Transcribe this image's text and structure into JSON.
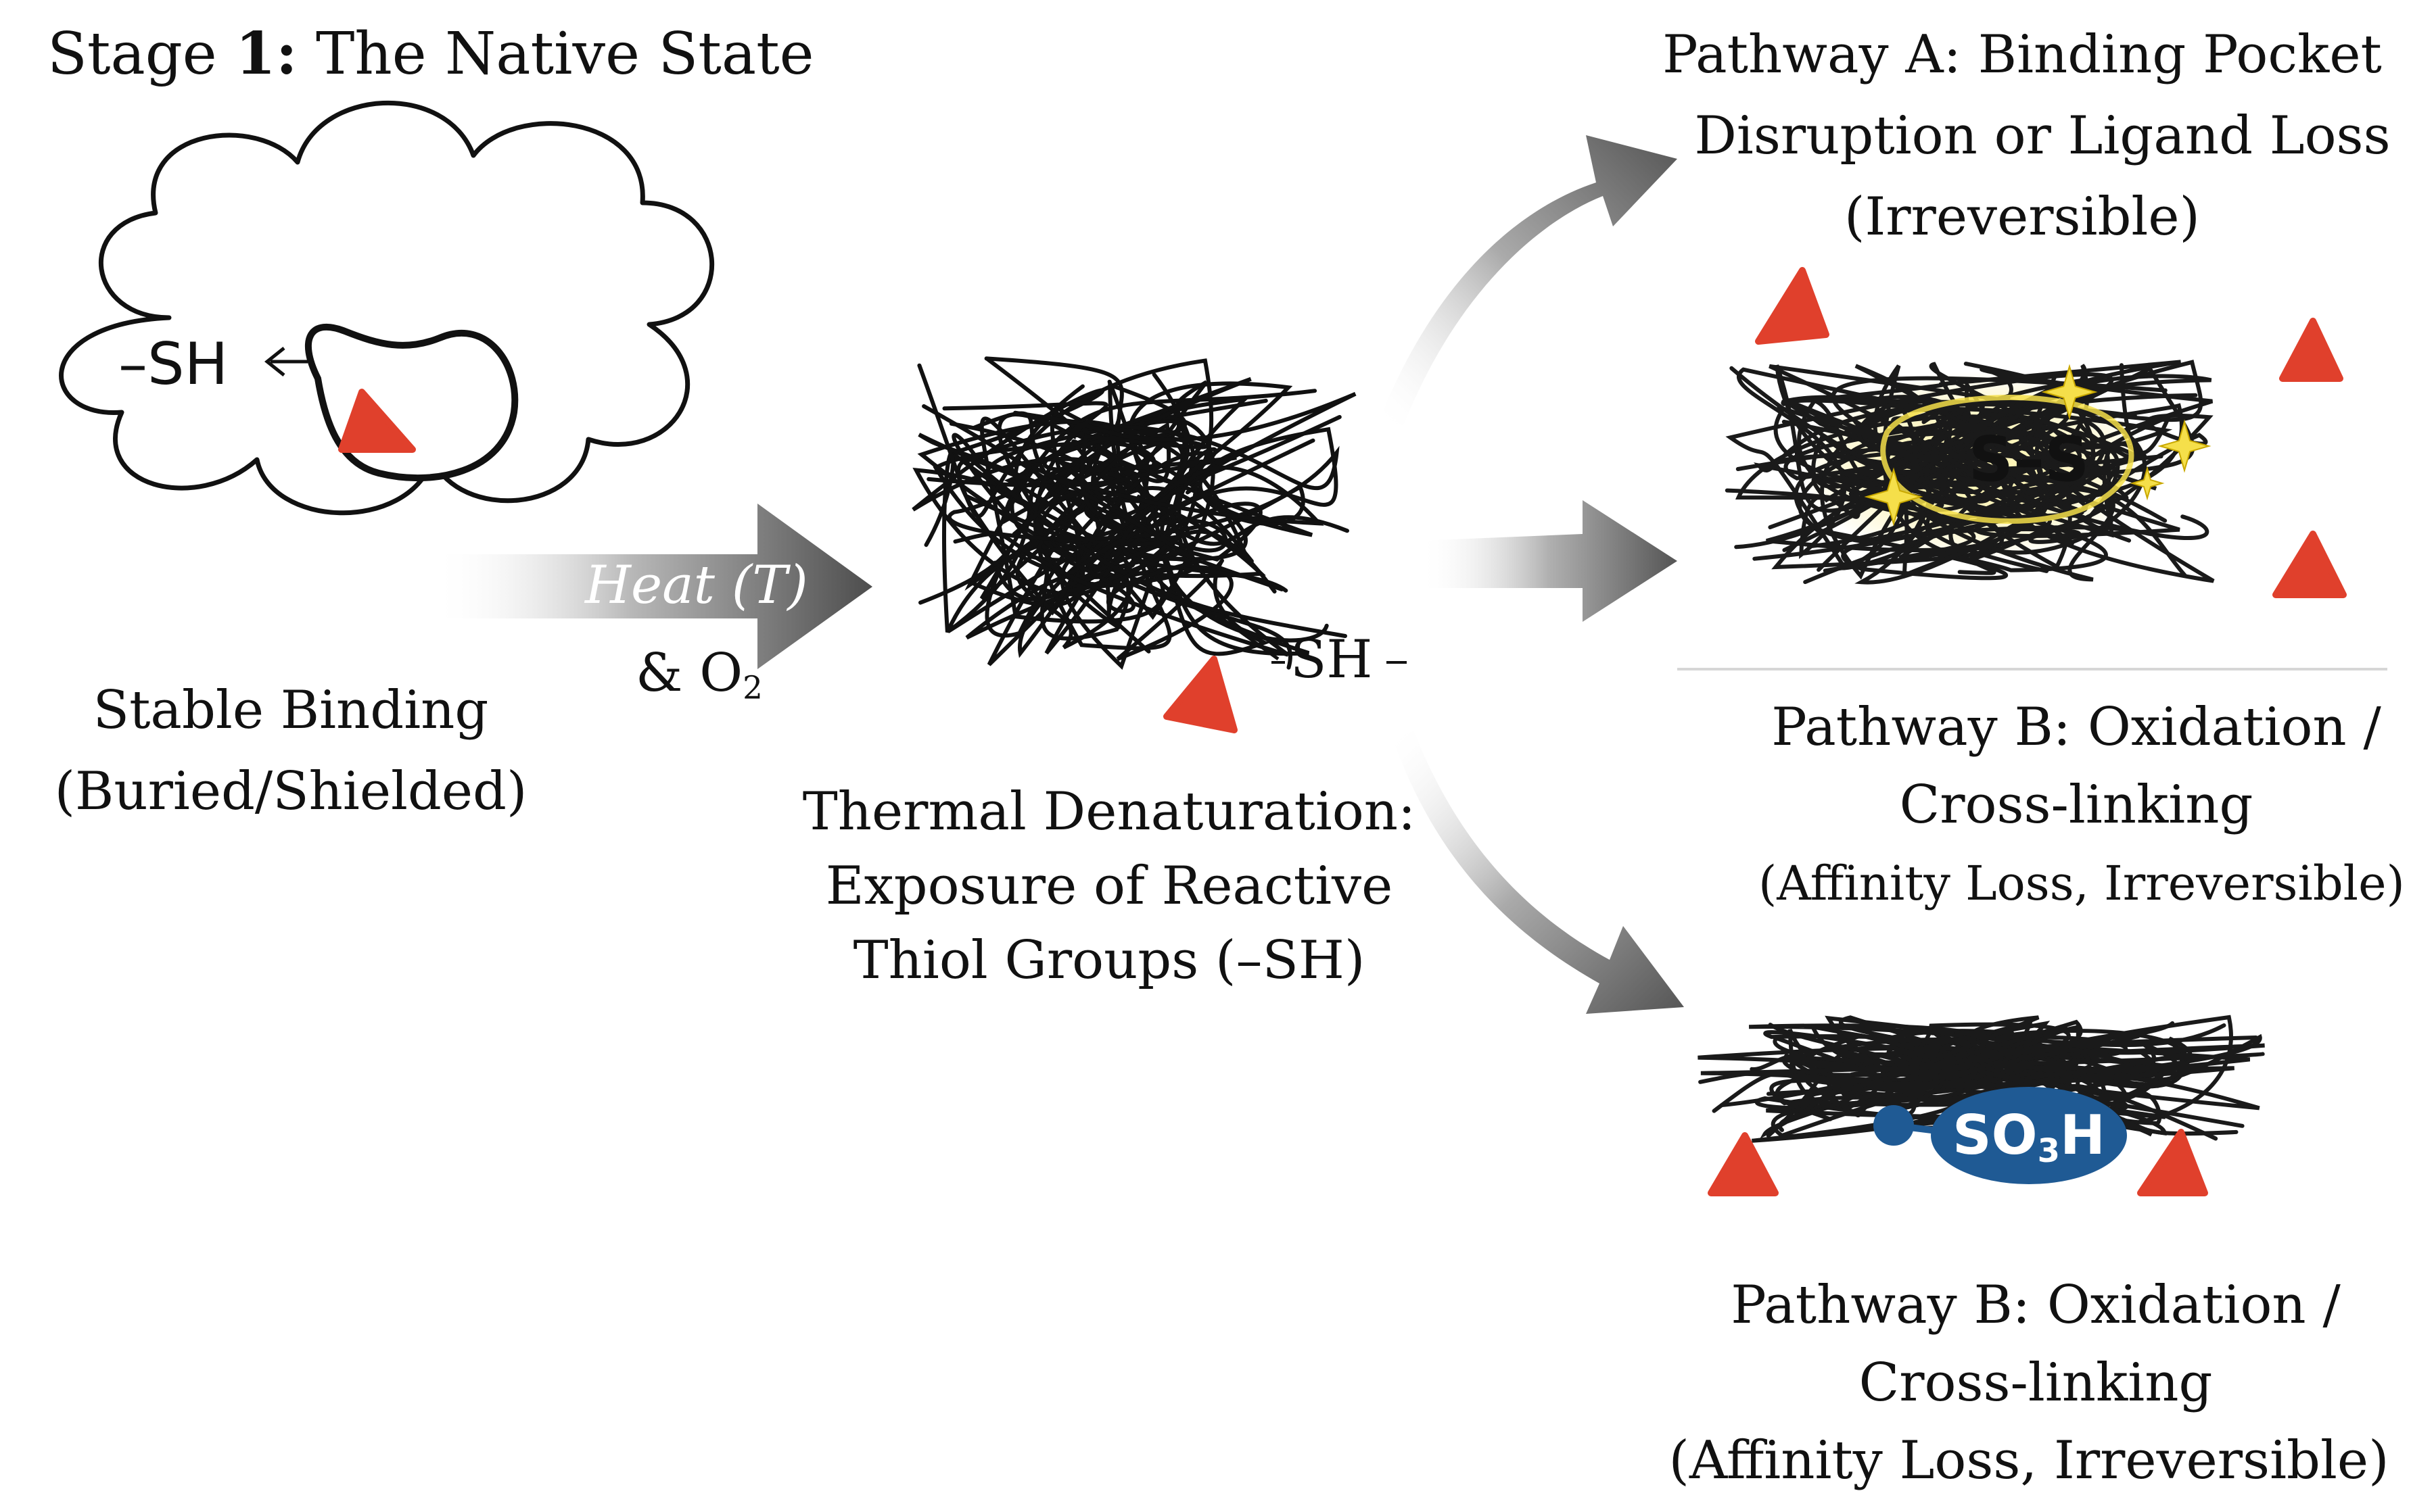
{
  "stage1": {
    "title_prefix": "Stage ",
    "title_num": "1:",
    "title_rest": " The Native State",
    "thiol": "–SH",
    "caption_line1": "Stable Binding",
    "caption_line2": "(Buried/Shielded)"
  },
  "transition": {
    "heat": "Heat (T)",
    "oxygen": "& O",
    "oxygen_sub": "2"
  },
  "denatured": {
    "thiol": "SH",
    "caption_line1": "Thermal Denaturation:",
    "caption_line2": "Exposure of Reactive",
    "caption_line3": "Thiol Groups (–SH)"
  },
  "pathway_a": {
    "line1": "Pathway A: Binding Pocket",
    "line2": "Disruption or Ligand Loss",
    "line3": "(Irreversible)",
    "bond": "S–S"
  },
  "pathway_b_upper": {
    "line1": "Pathway B: Oxidation /",
    "line2": "Cross-linking",
    "line3": "(Affinity Loss, Irreversible)"
  },
  "pathway_b_lower": {
    "line1": "Pathway B: Oxidation /",
    "line2": "Cross-linking",
    "line3": "(Affinity Loss, Irreversible)",
    "group": "SO",
    "group_sub": "3",
    "group_end": "H"
  },
  "colors": {
    "ligand": "#e0402c",
    "sulfonic": "#1f5a94",
    "disulfide_glow": "#f5df4a",
    "arrow_dark": "#555555"
  }
}
